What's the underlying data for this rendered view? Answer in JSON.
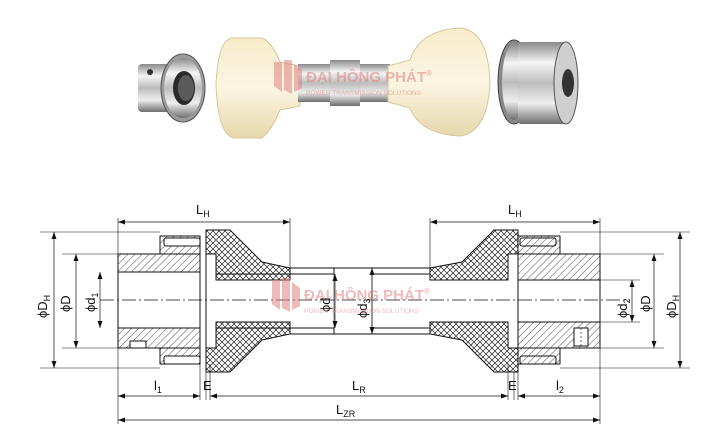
{
  "watermark": {
    "brand": "ĐẠI HỒNG PHÁT",
    "registered": "®",
    "tagline": "POWER TRANSMISSION SOLUTIONS"
  },
  "dimensions": {
    "LH_left": {
      "main": "L",
      "sub": "H"
    },
    "LH_right": {
      "main": "L",
      "sub": "H"
    },
    "DH_left": {
      "main": "ϕD",
      "sub": "H"
    },
    "D_left": {
      "main": "ϕD"
    },
    "d1": {
      "main": "ϕd",
      "sub": "1"
    },
    "d": {
      "main": "ϕd"
    },
    "d3": {
      "main": "ϕd",
      "sub": "3"
    },
    "d2": {
      "main": "ϕd",
      "sub": "2"
    },
    "D_right": {
      "main": "ϕD"
    },
    "DH_right": {
      "main": "ϕD",
      "sub": "H"
    },
    "l1": {
      "main": "l",
      "sub": "1"
    },
    "E_left": {
      "main": "E"
    },
    "LR": {
      "main": "L",
      "sub": "R"
    },
    "E_right": {
      "main": "E"
    },
    "l2": {
      "main": "l",
      "sub": "2"
    },
    "LZR": {
      "main": "L",
      "sub": "ZR"
    }
  },
  "colors": {
    "line": "#111111",
    "hatch": "#222222",
    "spider": "#f3ead0",
    "metal_light": "#f0f0f0",
    "metal_dark": "#7a7a7a",
    "watermark": "#e08080"
  }
}
